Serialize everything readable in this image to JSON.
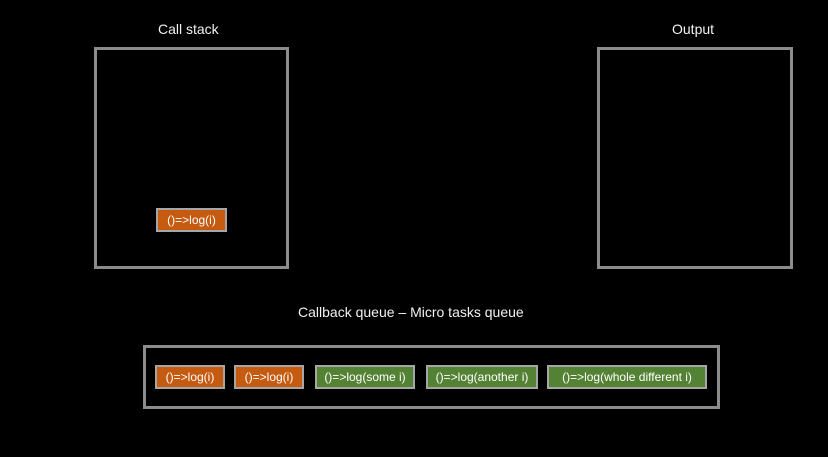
{
  "colors": {
    "background": "#000000",
    "border": "#8c8c8c",
    "orange_task": "#c55a11",
    "green_task": "#548235"
  },
  "call_stack": {
    "title": "Call stack",
    "items": [
      {
        "label": "()=>log(i)",
        "color": "orange"
      }
    ]
  },
  "output": {
    "title": "Output",
    "items": []
  },
  "queue": {
    "title": "Callback queue – Micro tasks queue",
    "items": [
      {
        "label": "()=>log(i)",
        "color": "orange"
      },
      {
        "label": "()=>log(i)",
        "color": "orange"
      },
      {
        "label": "()=>log(some i)",
        "color": "green"
      },
      {
        "label": "()=>log(another i)",
        "color": "green"
      },
      {
        "label": "()=>log(whole different i)",
        "color": "green"
      }
    ]
  }
}
